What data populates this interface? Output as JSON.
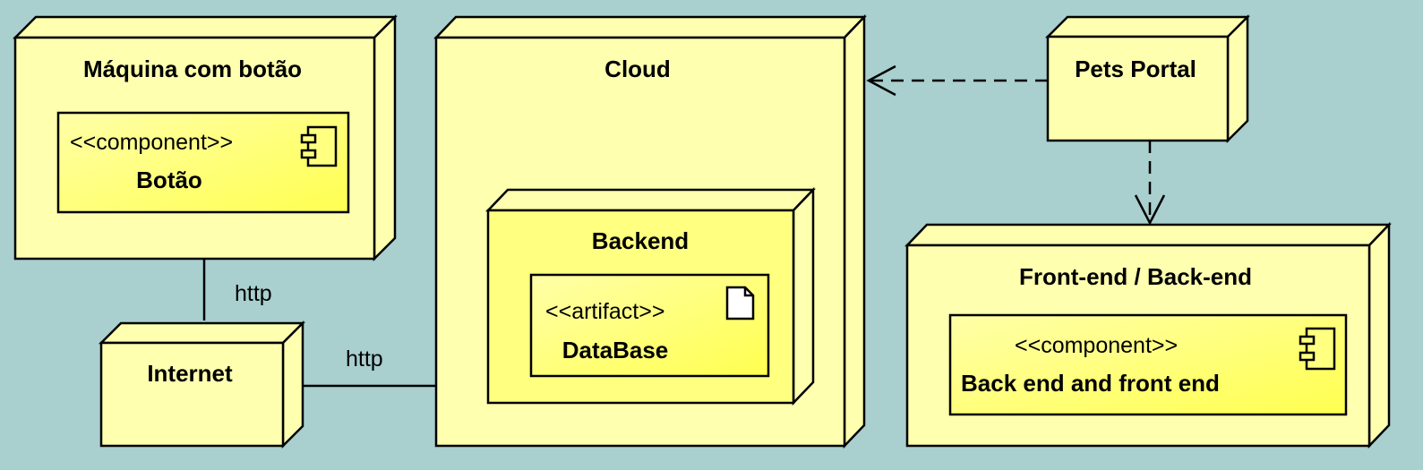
{
  "diagram": {
    "nodes": {
      "maquina": {
        "title": "Máquina com botão"
      },
      "cloud": {
        "title": "Cloud"
      },
      "pets_portal": {
        "title": "Pets Portal"
      },
      "internet": {
        "title": "Internet"
      },
      "backend": {
        "title": "Backend"
      },
      "frontback": {
        "title": "Front-end / Back-end"
      }
    },
    "components": {
      "botao": {
        "stereotype": "<<component>>",
        "name": "Botão"
      },
      "database": {
        "stereotype": "<<artifact>>",
        "name": "DataBase"
      },
      "backfront": {
        "stereotype": "<<component>>",
        "name": "Back end and front end"
      }
    },
    "connections": {
      "maquina_internet": {
        "label": "http"
      },
      "internet_cloud": {
        "label": "http"
      }
    }
  }
}
